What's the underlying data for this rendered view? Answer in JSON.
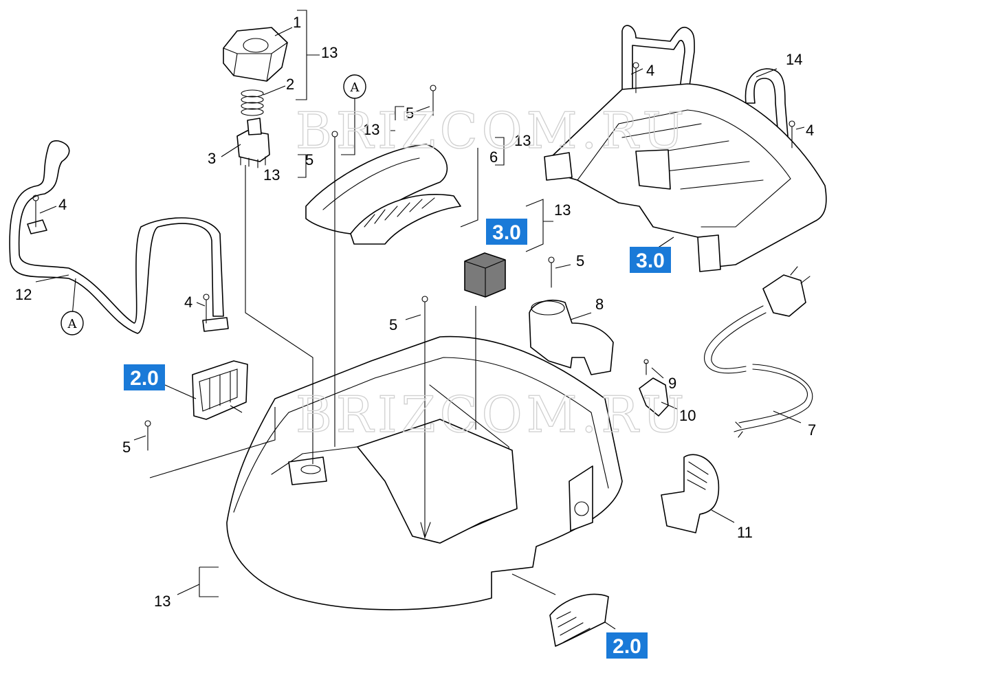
{
  "watermark": "BRIZCOM.RU",
  "accent_color": "#1a7ad8",
  "callouts": {
    "c1": "1",
    "c2": "2",
    "c3": "3",
    "c4a": "4",
    "c4b": "4",
    "c4c": "4",
    "c4d": "4",
    "c5a": "5",
    "c5b": "5",
    "c5c": "5",
    "c5d": "5",
    "c5e": "5",
    "c6": "6",
    "c7": "7",
    "c8": "8",
    "c9": "9",
    "c10": "10",
    "c11": "11",
    "c12": "12",
    "c13a": "13",
    "c13b": "13",
    "c13c": "13",
    "c13d": "13",
    "c13e": "13",
    "c13f": "13",
    "c14": "14"
  },
  "badges": {
    "b30a": "3.0",
    "b30b": "3.0",
    "b20a": "2.0",
    "b20b": "2.0"
  },
  "refs": {
    "ra": "A",
    "rb": "A"
  }
}
